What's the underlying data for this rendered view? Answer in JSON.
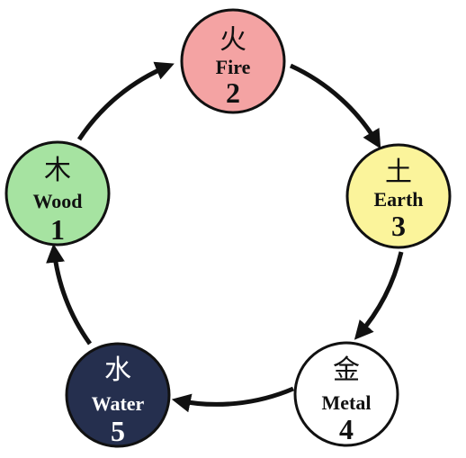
{
  "title": "",
  "elements": [
    {
      "id": "fire",
      "char": "火",
      "name": "Fire",
      "number": "2",
      "fill": "#f4a3a3",
      "text_color": "#111111"
    },
    {
      "id": "earth",
      "char": "土",
      "name": "Earth",
      "number": "3",
      "fill": "#fbf49b",
      "text_color": "#111111"
    },
    {
      "id": "metal",
      "char": "金",
      "name": "Metal",
      "number": "4",
      "fill": "#ffffff",
      "text_color": "#111111"
    },
    {
      "id": "water",
      "char": "水",
      "name": "Water",
      "number": "5",
      "fill": "#252f4e",
      "text_color": "#ffffff"
    },
    {
      "id": "wood",
      "char": "木",
      "name": "Wood",
      "number": "1",
      "fill": "#a6e3a1",
      "text_color": "#111111"
    }
  ],
  "cycle": [
    "wood",
    "fire",
    "earth",
    "metal",
    "water",
    "wood"
  ],
  "stroke_color": "#111111"
}
